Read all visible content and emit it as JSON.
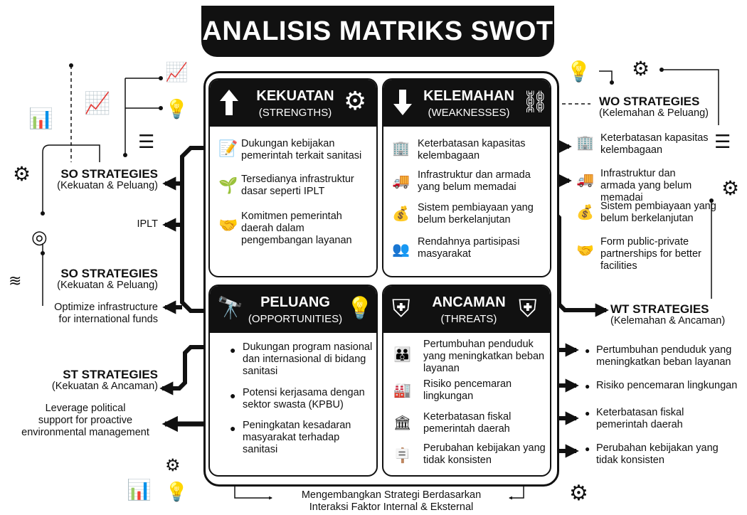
{
  "title": "ANALISIS MATRIKS SWOT",
  "quadrants": {
    "strengths": {
      "title": "KEKUATAN",
      "subtitle": "(STRENGTHS)",
      "items": [
        "Dukungan kebijakan pemerintah terkait sanitasi",
        "Tersedianya infrastruktur dasar seperti IPLT",
        "Komitmen pemerintah daerah dalam pengembangan layanan"
      ]
    },
    "weaknesses": {
      "title": "KELEMAHAN",
      "subtitle": "(WEAKNESSES)",
      "items": [
        "Keterbatasan kapasitas kelembagaan",
        "Infrastruktur dan armada yang belum memadai",
        "Sistem pembiayaan yang belum berkelanjutan",
        "Rendahnya partisipasi masyarakat"
      ]
    },
    "opportunities": {
      "title": "PELUANG",
      "subtitle": "(OPPORTUNITIES)",
      "items": [
        "Dukungan program nasional dan internasional di bidang sanitasi",
        "Potensi kerjasama dengan sektor swasta (KPBU)",
        "Peningkatan kesadaran masyarakat terhadap sanitasi"
      ]
    },
    "threats": {
      "title": "ANCAMAN",
      "subtitle": "(THREATS)",
      "items": [
        "Pertumbuhan penduduk yang meningkatkan beban layanan",
        "Risiko pencemaran lingkungan",
        "Keterbatasan fiskal pemerintah daerah",
        "Perubahan kebijakan yang tidak konsisten"
      ]
    }
  },
  "left": {
    "so1": {
      "title": "SO STRATEGIES",
      "subtitle": "(Kekuatan & Peluang)"
    },
    "iplt": "IPLT",
    "so2": {
      "title": "SO STRATEGIES",
      "subtitle": "(Kekuatan & Peluang)"
    },
    "optimize": [
      "Optimize infrastructure",
      "for international funds"
    ],
    "st": {
      "title": "ST STRATEGIES",
      "subtitle": "(Kekuatan & Ancaman)"
    },
    "leverage": [
      "Leverage political",
      "support for proactive",
      "environmental management"
    ]
  },
  "right": {
    "wo": {
      "title": "WO STRATEGIES",
      "subtitle": "(Kelemahan & Peluang)"
    },
    "wo_items": [
      "Keterbatasan kapasitas kelembagaan",
      "Infrastruktur dan armada yang belum memadai",
      "Sistem pembiayaan yang belum berkelanjutan",
      "Form public-private partnerships for better facilities"
    ],
    "wt": {
      "title": "WT STRATEGIES",
      "subtitle": "(Kelemahan & Ancaman)"
    },
    "wt_items": [
      "Pertumbuhan penduduk yang meningkatkan beban layanan",
      "Risiko pencemaran lingkungan",
      "Keterbatasan fiskal pemerintah daerah",
      "Perubahan kebijakan yang tidak konsisten"
    ]
  },
  "footer": [
    "Mengembangkan Strategi Berdasarkan",
    "Interaksi Faktor Internal & Eksternal"
  ],
  "colors": {
    "dark": "#111111",
    "background": "#ffffff"
  }
}
